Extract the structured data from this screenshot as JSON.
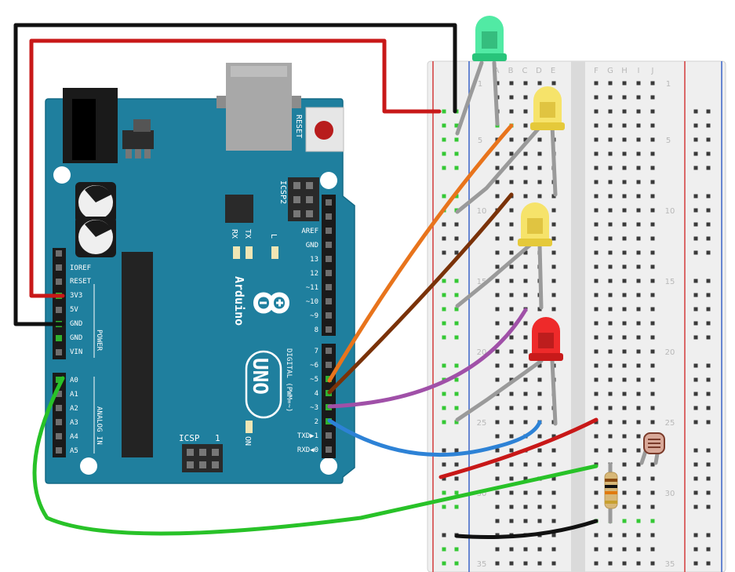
{
  "colors": {
    "board": "#1f7f9e",
    "board_edge": "#136a86",
    "breadboard": "#efefef",
    "breadboard_groove": "#d9d9d9",
    "hole": "#3a3a3a",
    "hole_active": "#34c834",
    "rail_red": "#d33a3a",
    "rail_blue": "#3a64c8",
    "wire_black": "#111111",
    "wire_red": "#c81818",
    "wire_orange": "#e8741c",
    "wire_brown": "#7a3208",
    "wire_purple": "#a050a8",
    "wire_blue": "#2d82d6",
    "wire_green": "#28c228",
    "leg": "#9a9a9a",
    "led_green": "#3ee89a",
    "led_yellow": "#f6e36a",
    "led_red": "#ee2a2a"
  },
  "breadboard": {
    "columns_left": [
      "A",
      "B",
      "C",
      "D",
      "E"
    ],
    "columns_right": [
      "F",
      "G",
      "H",
      "I",
      "J"
    ],
    "row_numbers": [
      "1",
      "5",
      "10",
      "15",
      "20",
      "25",
      "30",
      "35"
    ]
  },
  "arduino": {
    "brand": "Arduino",
    "model": "UNO",
    "reset_label": "RESET",
    "icsp_top": "ICSP2",
    "icsp_bottom": "ICSP",
    "icsp_pin1": "1",
    "on_label": "ON",
    "tx_label": "TX",
    "rx_label": "RX",
    "l_label": "L",
    "power_header_title": "POWER",
    "analog_header_title": "ANALOG IN",
    "digital_header_title": "DIGITAL (PWM=~)",
    "power_pins": [
      "IOREF",
      "RESET",
      "3V3",
      "5V",
      "GND",
      "GND",
      "VIN"
    ],
    "analog_pins": [
      "A0",
      "A1",
      "A2",
      "A3",
      "A4",
      "A5"
    ],
    "digital_upper": [
      "AREF",
      "GND",
      "13",
      "12",
      "~11",
      "~10",
      "~9",
      "8"
    ],
    "digital_lower": [
      "7",
      "~6",
      "~5",
      "4",
      "~3",
      "2",
      "TXD▶1",
      "RXD◀0"
    ]
  },
  "components": [
    {
      "type": "led",
      "color": "green"
    },
    {
      "type": "led",
      "color": "yellow"
    },
    {
      "type": "led",
      "color": "yellow"
    },
    {
      "type": "led",
      "color": "red"
    },
    {
      "type": "photoresistor"
    },
    {
      "type": "resistor"
    }
  ]
}
